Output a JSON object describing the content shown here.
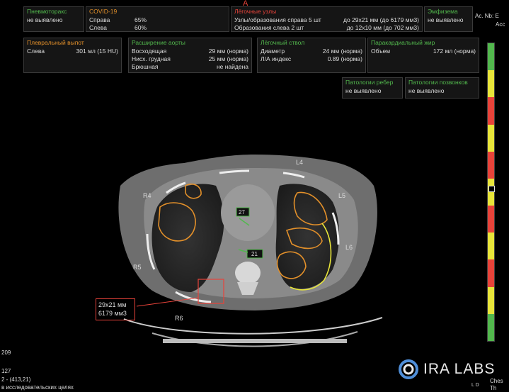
{
  "top_marker": "A",
  "header": {
    "right_line1": "Ac. Nb: E",
    "right_line2": "Acc"
  },
  "panels": {
    "pneumothorax": {
      "title": "Пневмоторакс",
      "value": "не выявлено"
    },
    "covid": {
      "title": "COVID-19",
      "rows": [
        {
          "label": "Справа",
          "value": "65%"
        },
        {
          "label": "Слева",
          "value": "60%"
        }
      ]
    },
    "nodules": {
      "title": "Лёгочные узлы",
      "rows": [
        {
          "label": "Узлы/образования справа 5 шт",
          "value": "до 29x21 мм (до 6179 мм3)"
        },
        {
          "label": "Образования слева 2 шт",
          "value": "до 12x10 мм (до 702 мм3)"
        }
      ]
    },
    "emphysema": {
      "title": "Эмфизема",
      "value": "не выявлено"
    },
    "pleural": {
      "title": "Плевральный выпот",
      "rows": [
        {
          "label": "Слева",
          "value": "301 мл (15 HU)"
        }
      ]
    },
    "aorta": {
      "title": "Расширение аорты",
      "rows": [
        {
          "label": "Восходящая",
          "value": "29 мм (норма)"
        },
        {
          "label": "Нисх. грудная",
          "value": "25 мм (норма)"
        },
        {
          "label": "Брюшная",
          "value": "не найдена"
        }
      ]
    },
    "trunk": {
      "title": "Лёгочный ствол",
      "rows": [
        {
          "label": "Диаметр",
          "value": "24 мм (норма)"
        },
        {
          "label": "Л/А индекс",
          "value": "0.89 (норма)"
        }
      ]
    },
    "fat": {
      "title": "Паракардиальный жир",
      "rows": [
        {
          "label": "Объем",
          "value": "172 мл (норма)"
        }
      ]
    },
    "ribs": {
      "title": "Патологии ребер",
      "value": "не выявлено"
    },
    "spine": {
      "title": "Патологии позвонков",
      "value": "не выявлено"
    }
  },
  "image_labels": {
    "L4": "L4",
    "L5": "L5",
    "L6": "L6",
    "R4": "R4",
    "R5": "R5",
    "R6": "R6",
    "aorta_badge": "27",
    "trunk_badge": "21"
  },
  "nodule_callout": {
    "size": "29x21 мм",
    "volume": "6179 мм3"
  },
  "overlay_bottom_left": {
    "line1": "209",
    "line2": "127",
    "line3": "2 - (413,21)",
    "line4": "в исследовательских целях"
  },
  "overlay_bottom_right": {
    "line1": "Ches",
    "line2": "Th",
    "line3": "L D"
  },
  "logo": {
    "text": "IRA LABS"
  },
  "colors": {
    "green": "#52b84d",
    "orange": "#e3902a",
    "red": "#e8433a",
    "yellow": "#e8e53a"
  },
  "severity_bar": [
    "green",
    "yellow",
    "red",
    "yellow",
    "red",
    "yellow",
    "red",
    "yellow",
    "red",
    "yellow",
    "green"
  ]
}
